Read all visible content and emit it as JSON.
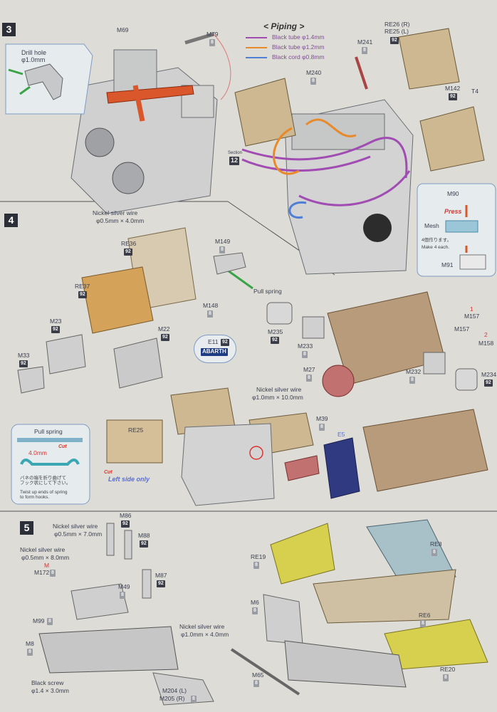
{
  "steps": {
    "s3": "3",
    "s4": "4",
    "s5": "5"
  },
  "step3": {
    "drill_hole": "Drill hole",
    "drill_size": "φ1.0mm",
    "piping_title": "< Piping >",
    "legend": [
      {
        "label": "Black tube φ1.4mm",
        "color": "#a04cb3"
      },
      {
        "label": "Black tube φ1.2mm",
        "color": "#e8892a"
      },
      {
        "label": "Black cord φ0.8mm",
        "color": "#4f7fd6"
      }
    ],
    "parts": {
      "M69": "M69",
      "M79": "M79",
      "M79_badge": "8",
      "M241": "M241",
      "M241_badge": "8",
      "M240": "M240",
      "M240_badge": "8",
      "RE26": "RE26 (R)",
      "RE25": "RE25 (L)",
      "RE_badge": "92",
      "M142": "M142",
      "M142_badge": "92",
      "T4": "T4",
      "section": "Section",
      "section_num": "12"
    },
    "inset": {
      "M90": "M90",
      "mesh": "Mesh",
      "press": "Press",
      "make4_jp": "4個作ります。",
      "make4_en": "Make 4 each.",
      "M91": "M91"
    }
  },
  "step4": {
    "nickel_top": "Nickel silver wire",
    "nickel_top_size": "φ0.5mm × 4.0mm",
    "nickel_mid": "Nickel silver wire",
    "nickel_mid_size": "φ1.0mm × 10.0mm",
    "pull_spring": "Pull spring",
    "parts": {
      "RE36": "RE36",
      "RE36_badge": "92",
      "RE37": "RE37",
      "RE37_badge": "92",
      "M149": "M149",
      "M149_badge": "8",
      "M148": "M148",
      "M148_badge": "8",
      "M23": "M23",
      "M23_badge": "92",
      "M33": "M33",
      "M33_badge": "92",
      "M22": "M22",
      "M22_badge": "92",
      "E11": "E11",
      "E11_badge": "92",
      "decal": "ABARTH",
      "M235": "M235",
      "M235_badge": "92",
      "M233": "M233",
      "M233_badge": "8",
      "M157a": "M157",
      "M157b": "M157",
      "M158": "M158",
      "M232": "M232",
      "M232_badge": "8",
      "M234": "M234",
      "M234_badge": "92",
      "M27": "M27",
      "M27_badge": "8",
      "RE25": "RE25",
      "M39": "M39",
      "M39_badge": "8",
      "E5": "E5",
      "num1": "1",
      "num2": "2"
    },
    "spring_box": {
      "title": "Pull spring",
      "length": "4.0mm",
      "cut1": "Cut",
      "cut2": "Cut",
      "jp": "バネの端を折り曲げて\nフック状にして下さい。",
      "en": "Twist up ends of spring\nto form hooks."
    },
    "left_side": "Left side only"
  },
  "step5": {
    "nickel_a": "Nickel silver wire",
    "nickel_a_size": "φ0.5mm × 7.0mm",
    "nickel_b": "Nickel silver wire",
    "nickel_b_size": "φ0.5mm × 8.0mm",
    "nickel_c": "Nickel silver wire",
    "nickel_c_size": "φ1.0mm × 4.0mm",
    "black_screw": "Black screw",
    "black_screw_size": "φ1.4 × 3.0mm",
    "parts": {
      "M86": "M86",
      "M86_badge": "92",
      "M88": "M88",
      "M88_badge": "92",
      "M172": "M172",
      "M172_badge": "8",
      "M_small": "M",
      "M49": "M49",
      "M49_badge": "8",
      "M87": "M87",
      "M87_badge": "92",
      "M99": "M99",
      "M99_badge": "8",
      "M8": "M8",
      "M8_badge": "8",
      "M204": "M204 (L)",
      "M205": "M205 (R)",
      "M204_badge": "8",
      "M6": "M6",
      "M6_badge": "8",
      "M65": "M65",
      "M65_badge": "8",
      "RE19": "RE19",
      "RE19_badge": "8",
      "RE8": "RE8",
      "RE8_badge": "8",
      "RE6": "RE6",
      "RE6_badge": "8",
      "RE20": "RE20",
      "RE20_badge": "8"
    }
  }
}
